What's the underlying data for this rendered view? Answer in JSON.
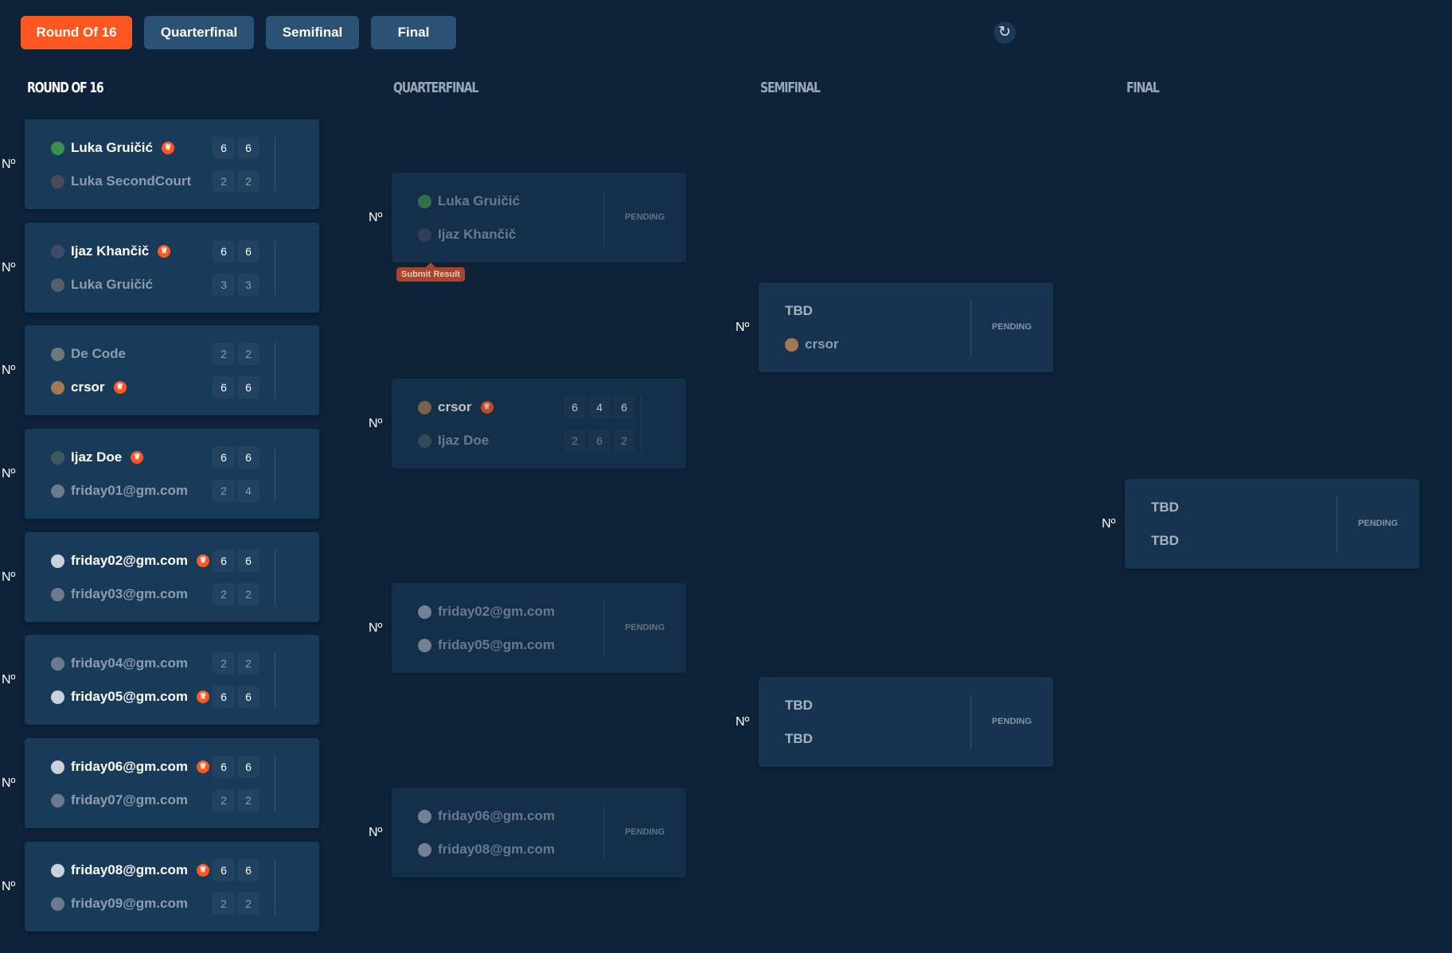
{
  "tabs": [
    {
      "label": "Round Of 16",
      "active": true
    },
    {
      "label": "Quarterfinal"
    },
    {
      "label": "Semifinal"
    },
    {
      "label": "Final"
    }
  ],
  "refresh_icon": "refresh-icon",
  "match_prefix": "Nº",
  "colors": {
    "accent": "#ff5722",
    "background": "#0e223a",
    "card": "#183b5a",
    "tab": "#2a5274"
  },
  "columns": [
    {
      "title": "ROUND OF 16",
      "matches": [
        {
          "players": [
            {
              "name": "Luka Gruičić",
              "scores": [
                "6",
                "6"
              ],
              "winner": true,
              "avatar": "#3d8f4f"
            },
            {
              "name": "Luka SecondCourt",
              "scores": [
                "2",
                "2"
              ],
              "avatar": "#4b4a55"
            }
          ]
        },
        {
          "players": [
            {
              "name": "Ijaz Khančič",
              "scores": [
                "6",
                "6"
              ],
              "winner": true,
              "avatar": "#3e4a6a"
            },
            {
              "name": "Luka Gruičić",
              "scores": [
                "3",
                "3"
              ],
              "avatar": "#55606c"
            }
          ]
        },
        {
          "players": [
            {
              "name": "De Code",
              "scores": [
                "2",
                "2"
              ],
              "avatar": "#6d7a7a"
            },
            {
              "name": "crsor",
              "scores": [
                "6",
                "6"
              ],
              "winner": true,
              "avatar": "#a27a52"
            }
          ]
        },
        {
          "players": [
            {
              "name": "Ijaz Doe",
              "scores": [
                "6",
                "6"
              ],
              "winner": true,
              "avatar": "#3f5a5f"
            },
            {
              "name": "friday01@gm.com",
              "scores": [
                "2",
                "4"
              ],
              "avatar": "#6b7a8c"
            }
          ]
        },
        {
          "players": [
            {
              "name": "friday02@gm.com",
              "scores": [
                "6",
                "6"
              ],
              "winner": true,
              "avatar": "#c9d2dc"
            },
            {
              "name": "friday03@gm.com",
              "scores": [
                "2",
                "2"
              ],
              "avatar": "#6b7a8c"
            }
          ]
        },
        {
          "players": [
            {
              "name": "friday04@gm.com",
              "scores": [
                "2",
                "2"
              ],
              "avatar": "#6b7a8c"
            },
            {
              "name": "friday05@gm.com",
              "scores": [
                "6",
                "6"
              ],
              "winner": true,
              "avatar": "#c9d2dc"
            }
          ]
        },
        {
          "players": [
            {
              "name": "friday06@gm.com",
              "scores": [
                "6",
                "6"
              ],
              "winner": true,
              "avatar": "#c9d2dc"
            },
            {
              "name": "friday07@gm.com",
              "scores": [
                "2",
                "2"
              ],
              "avatar": "#6b7a8c"
            }
          ]
        },
        {
          "players": [
            {
              "name": "friday08@gm.com",
              "scores": [
                "6",
                "6"
              ],
              "winner": true,
              "avatar": "#c9d2dc"
            },
            {
              "name": "friday09@gm.com",
              "scores": [
                "2",
                "2"
              ],
              "avatar": "#6b7a8c"
            }
          ]
        }
      ]
    },
    {
      "title": "QUARTERFINAL",
      "matches": [
        {
          "players": [
            {
              "name": "Luka Gruičić",
              "avatar": "#3d8f4f"
            },
            {
              "name": "Ijaz Khančič",
              "avatar": "#3e4a6a"
            }
          ],
          "status": "PENDING",
          "tooltip": "Submit Result"
        },
        {
          "players": [
            {
              "name": "crsor",
              "scores": [
                "6",
                "4",
                "6"
              ],
              "winner": true,
              "avatar": "#a27a52"
            },
            {
              "name": "Ijaz Doe",
              "scores": [
                "2",
                "6",
                "2"
              ],
              "avatar": "#3f5a5f"
            }
          ]
        },
        {
          "players": [
            {
              "name": "friday02@gm.com",
              "avatar": "#9aa6b4"
            },
            {
              "name": "friday05@gm.com",
              "avatar": "#9aa6b4"
            }
          ],
          "status": "PENDING"
        },
        {
          "players": [
            {
              "name": "friday06@gm.com",
              "avatar": "#9aa6b4"
            },
            {
              "name": "friday08@gm.com",
              "avatar": "#9aa6b4"
            }
          ],
          "status": "PENDING"
        }
      ]
    },
    {
      "title": "SEMIFINAL",
      "matches": [
        {
          "players": [
            {
              "name": "TBD"
            },
            {
              "name": "crsor",
              "avatar": "#a27a52"
            }
          ],
          "status": "PENDING"
        },
        {
          "players": [
            {
              "name": "TBD"
            },
            {
              "name": "TBD"
            }
          ],
          "status": "PENDING"
        }
      ]
    },
    {
      "title": "FINAL",
      "matches": [
        {
          "players": [
            {
              "name": "TBD"
            },
            {
              "name": "TBD"
            }
          ],
          "status": "PENDING"
        }
      ]
    }
  ]
}
